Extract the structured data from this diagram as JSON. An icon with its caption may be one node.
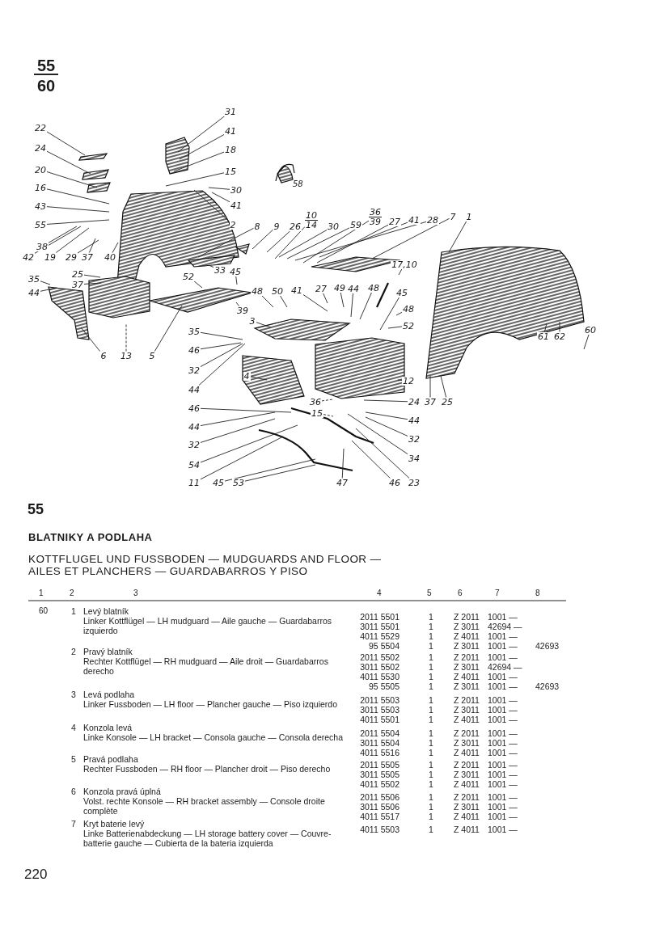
{
  "diagram": {
    "title": "BLATNIKY A PODLAHA",
    "nodes": [
      {
        "text": [
          "31"
        ]
      },
      {
        "text": [
          "41"
        ]
      },
      {
        "text": [
          "18"
        ]
      },
      {
        "text": [
          "15"
        ]
      },
      {
        "text": [
          "30"
        ]
      },
      {
        "text": [
          "41"
        ]
      },
      {
        "text": [
          "2"
        ]
      },
      {
        "text": [
          "22"
        ]
      },
      {
        "text": [
          "24"
        ]
      },
      {
        "text": [
          "20"
        ]
      },
      {
        "text": [
          "16"
        ]
      },
      {
        "text": [
          "43"
        ]
      },
      {
        "text": [
          "55"
        ]
      },
      {
        "text": [
          "38"
        ]
      },
      {
        "text": [
          "42"
        ]
      },
      {
        "text": [
          "19"
        ]
      },
      {
        "text": [
          "29"
        ]
      },
      {
        "text": [
          "37"
        ]
      },
      {
        "text": [
          "40"
        ]
      },
      {
        "text": [
          "25"
        ]
      },
      {
        "text": [
          "37"
        ]
      },
      {
        "text": [
          "35"
        ]
      },
      {
        "text": [
          "44"
        ]
      },
      {
        "text": [
          "52"
        ]
      },
      {
        "text": [
          "33"
        ]
      },
      {
        "text": [
          "45"
        ]
      },
      {
        "text": [
          "8"
        ]
      },
      {
        "text": [
          "9"
        ]
      },
      {
        "text": [
          "26"
        ]
      },
      {
        "text": [
          "10",
          "14"
        ]
      },
      {
        "text": [
          "30"
        ]
      },
      {
        "text": [
          "59"
        ]
      },
      {
        "text": [
          "36",
          "39"
        ]
      },
      {
        "text": [
          "27"
        ]
      },
      {
        "text": [
          "41"
        ]
      },
      {
        "text": [
          "28"
        ]
      },
      {
        "text": [
          "7"
        ]
      },
      {
        "text": [
          "1"
        ]
      },
      {
        "text": [
          "17,10"
        ]
      },
      {
        "text": [
          "48"
        ]
      },
      {
        "text": [
          "50"
        ]
      },
      {
        "text": [
          "41"
        ]
      },
      {
        "text": [
          "27"
        ]
      },
      {
        "text": [
          "49"
        ]
      },
      {
        "text": [
          "44"
        ]
      },
      {
        "text": [
          "48"
        ]
      },
      {
        "text": [
          "45"
        ]
      },
      {
        "text": [
          "48"
        ]
      },
      {
        "text": [
          "52"
        ]
      },
      {
        "text": [
          "39"
        ]
      },
      {
        "text": [
          "6"
        ]
      },
      {
        "text": [
          "13"
        ]
      },
      {
        "text": [
          "5"
        ]
      },
      {
        "text": [
          "3"
        ]
      },
      {
        "text": [
          "35"
        ]
      },
      {
        "text": [
          "46"
        ]
      },
      {
        "text": [
          "32"
        ]
      },
      {
        "text": [
          "44"
        ]
      },
      {
        "text": [
          "4"
        ]
      },
      {
        "text": [
          "12"
        ]
      },
      {
        "text": [
          "24"
        ]
      },
      {
        "text": [
          "37"
        ]
      },
      {
        "text": [
          "25"
        ]
      },
      {
        "text": [
          "36"
        ]
      },
      {
        "text": [
          "15"
        ]
      },
      {
        "text": [
          "44"
        ]
      },
      {
        "text": [
          "32"
        ]
      },
      {
        "text": [
          "34"
        ]
      },
      {
        "text": [
          "46"
        ]
      },
      {
        "text": [
          "44"
        ]
      },
      {
        "text": [
          "32"
        ]
      },
      {
        "text": [
          "54"
        ]
      },
      {
        "text": [
          "11"
        ]
      },
      {
        "text": [
          "45"
        ]
      },
      {
        "text": [
          "53"
        ]
      },
      {
        "text": [
          "47"
        ]
      },
      {
        "text": [
          "46"
        ]
      },
      {
        "text": [
          "23"
        ]
      },
      {
        "text": [
          "61"
        ]
      },
      {
        "text": [
          "62"
        ]
      },
      {
        "text": [
          "60"
        ]
      }
    ],
    "edges": [
      {
        "from": 0,
        "to": null,
        "arrow": "none"
      },
      {
        "from": 1,
        "to": null,
        "arrow": "none"
      },
      {
        "from": 2,
        "to": null,
        "arrow": "none"
      },
      {
        "from": 3,
        "to": null,
        "arrow": "none"
      },
      {
        "from": 4,
        "to": null,
        "arrow": "none"
      },
      {
        "from": 5,
        "to": null,
        "arrow": "none"
      },
      {
        "from": 6,
        "to": null,
        "arrow": "none"
      },
      {
        "from": 7,
        "to": null,
        "arrow": "none"
      },
      {
        "from": 8,
        "to": null,
        "arrow": "none"
      },
      {
        "from": 9,
        "to": null,
        "arrow": "none"
      },
      {
        "from": 10,
        "to": null,
        "arrow": "none"
      },
      {
        "from": 11,
        "to": null,
        "arrow": "none"
      },
      {
        "from": 12,
        "to": null,
        "arrow": "none"
      },
      {
        "from": 13,
        "to": null,
        "arrow": "none"
      },
      {
        "from": 14,
        "to": null,
        "arrow": "none"
      },
      {
        "from": 15,
        "to": null,
        "arrow": "none"
      },
      {
        "from": 16,
        "to": null,
        "arrow": "none"
      },
      {
        "from": 17,
        "to": null,
        "arrow": "none"
      },
      {
        "from": 18,
        "to": null,
        "arrow": "none"
      },
      {
        "from": 19,
        "to": null,
        "arrow": "none"
      },
      {
        "from": 20,
        "to": null,
        "arrow": "none"
      },
      {
        "from": 21,
        "to": null,
        "arrow": "none"
      },
      {
        "from": 22,
        "to": null,
        "arrow": "none"
      },
      {
        "from": 23,
        "to": null,
        "arrow": "none"
      },
      {
        "from": 24,
        "to": null,
        "arrow": "none"
      },
      {
        "from": 25,
        "to": null,
        "arrow": "none"
      },
      {
        "from": 26,
        "to": null,
        "arrow": "none"
      },
      {
        "from": 27,
        "to": null,
        "arrow": "none"
      },
      {
        "from": 28,
        "to": null,
        "arrow": "none"
      },
      {
        "from": 29,
        "to": null,
        "arrow": "none"
      },
      {
        "from": 30,
        "to": null,
        "arrow": "none"
      },
      {
        "from": 31,
        "to": null,
        "arrow": "none"
      },
      {
        "from": 32,
        "to": null,
        "arrow": "none"
      },
      {
        "from": 33,
        "to": null,
        "arrow": "none"
      },
      {
        "from": 34,
        "to": null,
        "arrow": "none"
      },
      {
        "from": 35,
        "to": null,
        "arrow": "none"
      },
      {
        "from": 36,
        "to": null,
        "arrow": "none"
      },
      {
        "from": 37,
        "to": null,
        "arrow": "none"
      },
      {
        "from": 38,
        "to": null,
        "arrow": "none"
      },
      {
        "from": 39,
        "to": null,
        "arrow": "none"
      },
      {
        "from": 40,
        "to": null,
        "arrow": "none"
      },
      {
        "from": 41,
        "to": null,
        "arrow": "none"
      },
      {
        "from": 42,
        "to": null,
        "arrow": "none"
      },
      {
        "from": 43,
        "to": null,
        "arrow": "none"
      },
      {
        "from": 44,
        "to": null,
        "arrow": "none"
      },
      {
        "from": 45,
        "to": null,
        "arrow": "none"
      },
      {
        "from": 46,
        "to": null,
        "arrow": "none"
      },
      {
        "from": 47,
        "to": null,
        "arrow": "none"
      },
      {
        "from": 48,
        "to": null,
        "arrow": "none"
      },
      {
        "from": 49,
        "to": null,
        "arrow": "none"
      },
      {
        "from": 50,
        "to": null,
        "arrow": "none"
      },
      {
        "from": 51,
        "to": null,
        "arrow": "none",
        "style": "dashed"
      },
      {
        "from": 52,
        "to": null,
        "arrow": "none"
      },
      {
        "from": 53,
        "to": null,
        "arrow": "none"
      },
      {
        "from": 54,
        "to": null,
        "arrow": "none"
      },
      {
        "from": 55,
        "to": null,
        "arrow": "none"
      },
      {
        "from": 56,
        "to": null,
        "arrow": "none"
      },
      {
        "from": 57,
        "to": null,
        "arrow": "none"
      },
      {
        "from": 58,
        "to": null,
        "arrow": "none"
      },
      {
        "from": 59,
        "to": null,
        "arrow": "none"
      },
      {
        "from": 60,
        "to": null,
        "arrow": "none"
      },
      {
        "from": 61,
        "to": null,
        "arrow": "none"
      },
      {
        "from": 62,
        "to": null,
        "arrow": "none"
      },
      {
        "from": 63,
        "to": null,
        "arrow": "none",
        "style": "dashed"
      },
      {
        "from": 64,
        "to": null,
        "arrow": "none",
        "style": "dashed"
      },
      {
        "from": 65,
        "to": null,
        "arrow": "none"
      },
      {
        "from": 66,
        "to": null,
        "arrow": "none"
      },
      {
        "from": 67,
        "to": null,
        "arrow": "none"
      },
      {
        "from": 68,
        "to": null,
        "arrow": "none"
      },
      {
        "from": 69,
        "to": null,
        "arrow": "none"
      },
      {
        "from": 70,
        "to": null,
        "arrow": "none"
      },
      {
        "from": 71,
        "to": null,
        "arrow": "none"
      },
      {
        "from": 72,
        "to": null,
        "arrow": "none"
      },
      {
        "from": 73,
        "to": null,
        "arrow": "none"
      },
      {
        "from": 74,
        "to": null,
        "arrow": "none"
      },
      {
        "from": 75,
        "to": null,
        "arrow": "none"
      },
      {
        "from": 76,
        "to": null,
        "arrow": "none"
      },
      {
        "from": 77,
        "to": null,
        "arrow": "none"
      },
      {
        "from": 78,
        "to": null,
        "arrow": "none"
      },
      {
        "from": 79,
        "to": null,
        "arrow": "none"
      },
      {
        "from": 80,
        "to": null,
        "arrow": "none"
      }
    ],
    "labels": [
      "55",
      "60",
      "58",
      "55",
      "KOTTFLUGEL UND FUSSBODEN — MUDGUARDS AND FLOOR — AILES ET PLANCHERS — GUARDABARROS Y PISO",
      "1",
      "2",
      "3",
      "4",
      "5",
      "6",
      "7",
      "8",
      "60",
      "1",
      "Levý blatník",
      "Linker Kottflügel — LH mudguard — Aile gauche — Guardabarros izquierdo",
      "2011 5501",
      "1",
      "Z 2011",
      "1001 —",
      "3011 5501",
      "1",
      "Z 3011",
      "42694 —",
      "4011 5529",
      "1",
      "Z 4011",
      "1001 —",
      "95 5504",
      "1",
      "Z 3011",
      "1001 —",
      "42693",
      "2",
      "Pravý blatník",
      "Rechter Kottflügel — RH mudguard — Aile droit — Guardabarros derecho",
      "2011 5502",
      "1",
      "Z 2011",
      "1001 —",
      "3011 5502",
      "1",
      "Z 3011",
      "42694 —",
      "4011 5530",
      "1",
      "Z 4011",
      "1001 —",
      "95 5505",
      "1",
      "Z 3011",
      "1001 —",
      "42693",
      "3",
      "Levá podlaha",
      "Linker Fussboden — LH floor — Plancher gauche — Piso izquierdo",
      "2011 5503",
      "1",
      "Z 2011",
      "1001 —",
      "3011 5503",
      "1",
      "Z 3011",
      "1001 —",
      "4011 5501",
      "1",
      "Z 4011",
      "1001 —",
      "4",
      "Konzola levá",
      "Linke Konsole — LH bracket — Consola gauche — Consola derecha",
      "2011 5504",
      "1",
      "Z 2011",
      "1001 —",
      "3011 5504",
      "1",
      "Z 3011",
      "1001 —",
      "4011 5516",
      "1",
      "Z 4011",
      "1001 —",
      "5",
      "Pravá podlaha",
      "Rechter Fussboden — RH floor — Plancher droit — Piso derecho",
      "2011 5505",
      "1",
      "Z 2011",
      "1001 —",
      "3011 5505",
      "1",
      "Z 3011",
      "1001 —",
      "4011 5502",
      "1",
      "Z 4011",
      "1001 —",
      "6",
      "Konzola pravá úplná",
      "Volst. rechte Konsole — RH bracket assembly — Console droite complète",
      "2011 5506",
      "1",
      "Z 2011",
      "1001 —",
      "3011 5506",
      "1",
      "Z 3011",
      "1001 —",
      "4011 5517",
      "1",
      "Z 4011",
      "1001 —",
      "7",
      "Kryt baterie levý",
      "Linke Batterienabdeckung — LH storage battery cover — Couvre-batterie gauche — Cubierta de la bateria izquierda",
      "4011 5503",
      "1",
      "Z 4011",
      "1001 —",
      "220"
    ]
  }
}
